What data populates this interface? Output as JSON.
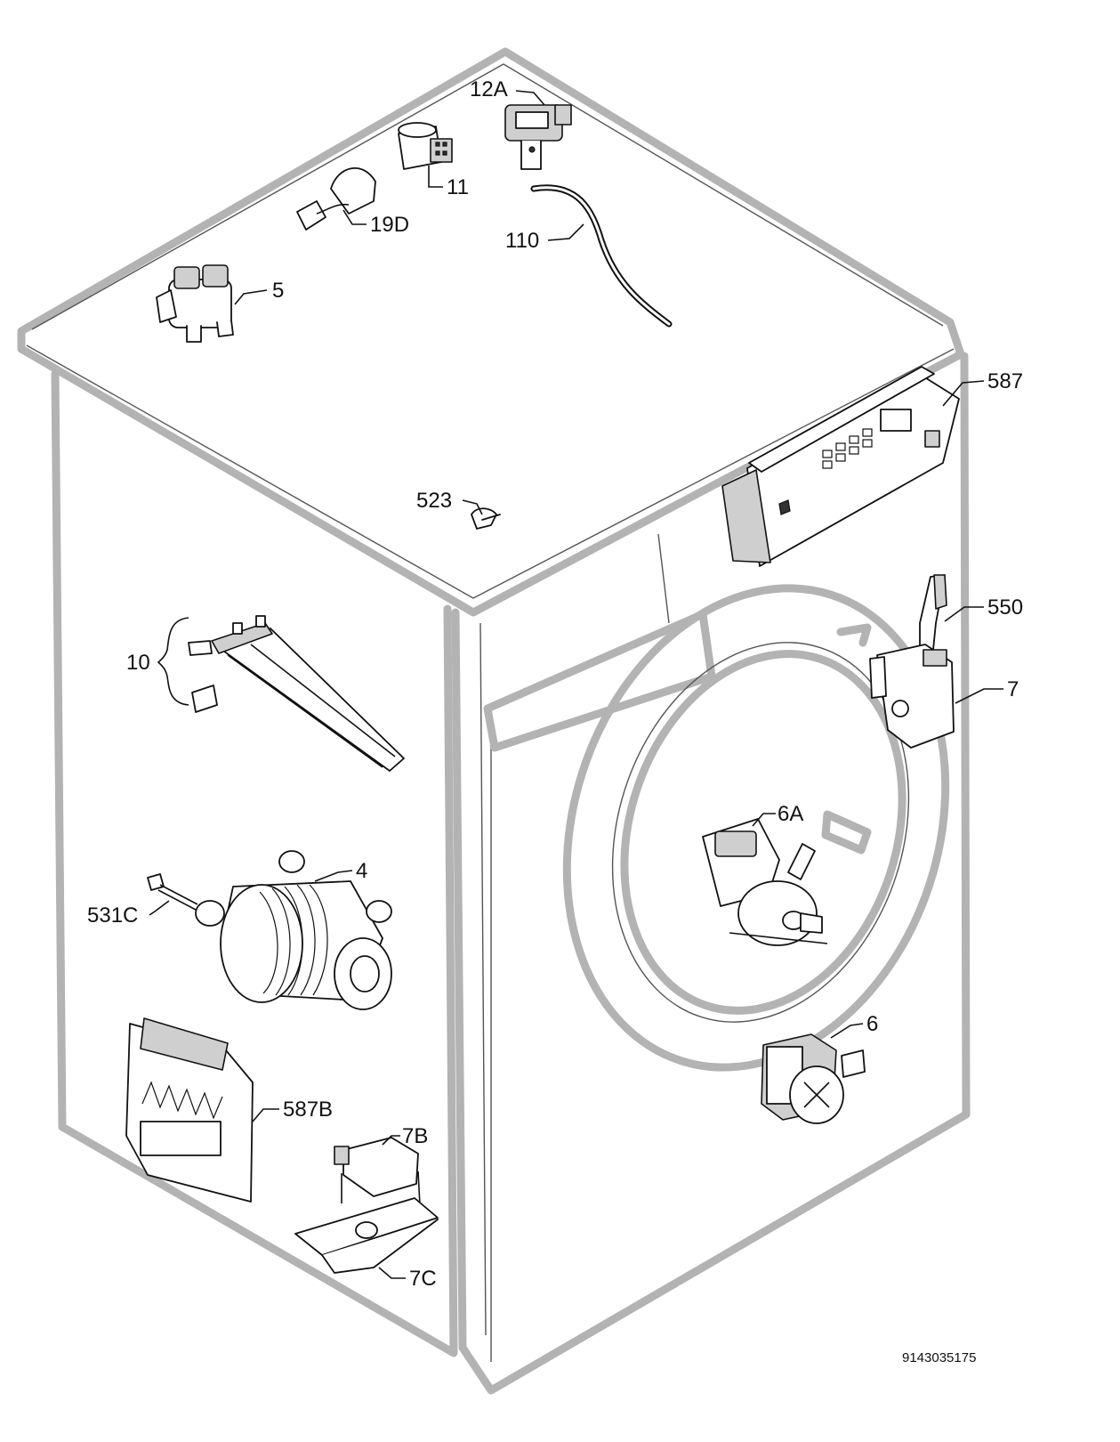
{
  "callouts": {
    "c12A": "12A",
    "c11": "11",
    "c19D": "19D",
    "c110": "110",
    "c5": "5",
    "c587": "587",
    "c523": "523",
    "c550": "550",
    "c10": "10",
    "c7": "7",
    "c6A": "6A",
    "c4": "4",
    "c531C": "531C",
    "c6": "6",
    "c587B": "587B",
    "c7B": "7B",
    "c7C": "7C"
  },
  "document_number": "9143035175"
}
